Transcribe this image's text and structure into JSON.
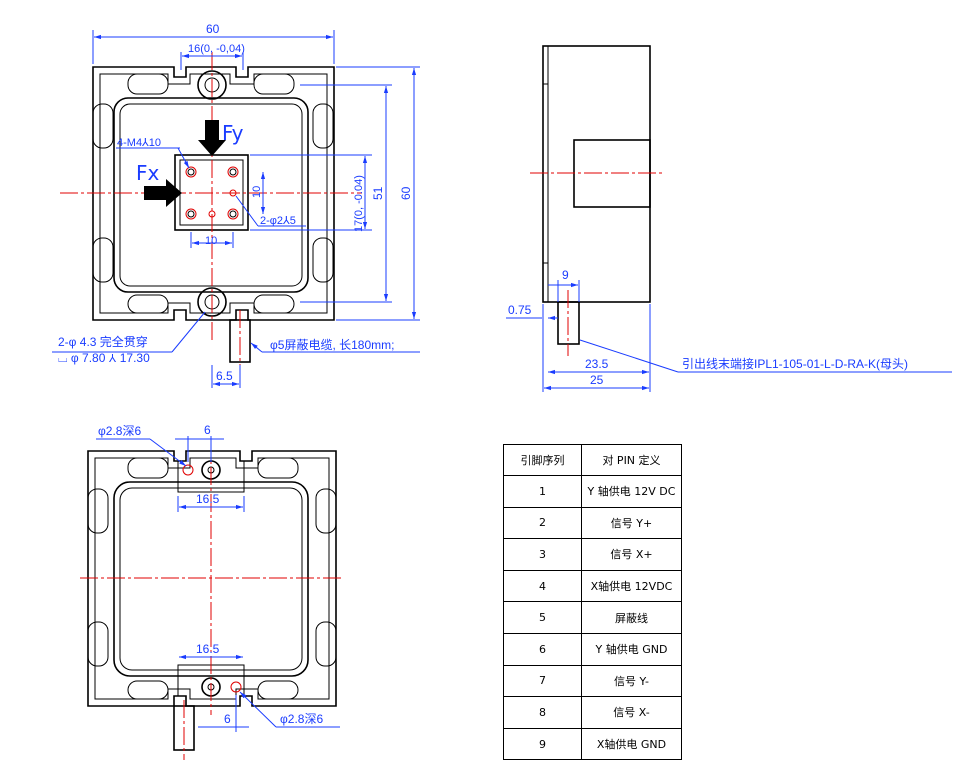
{
  "top_view": {
    "dim_width": "60",
    "dim_hole_spacing": "16(0, -0,04)",
    "dim_height": "60",
    "dim_height_inner": "51",
    "dim_mount_vertical": "17(0, -0.04)",
    "dim_pad_10_h": "10",
    "dim_pad_10_v": "10",
    "thread_note": "4-M4⅄10",
    "pin_note": "2-φ2⅄5",
    "force_fy": "Fy",
    "force_fx": "Fx",
    "through_hole_note": "2-φ 4.3 完全贯穿",
    "counterbore_note": "⌴ φ 7.80 ⅄ 17.30",
    "cable_note": "φ5屏蔽电缆, 长180mm;",
    "cable_offset": "6.5"
  },
  "side_view": {
    "dim_9": "9",
    "dim_075": "0.75",
    "dim_235": "23.5",
    "dim_25": "25",
    "connector_note": "引出线末端接IPL1-105-01-L-D-RA-K(母头)"
  },
  "bottom_view": {
    "pin_hole_top": "φ2.8深6",
    "dim_6_top": "6",
    "dim_165_top": "16.5",
    "dim_165_bottom": "16.5",
    "dim_6_bottom": "6",
    "pin_hole_bottom": "φ2.8深6"
  },
  "pin_table": {
    "header": [
      "引脚序列",
      "对 PIN 定义"
    ],
    "rows": [
      {
        "pin": "1",
        "def": "Y 轴供电 12V DC"
      },
      {
        "pin": "2",
        "def": "信号 Y+"
      },
      {
        "pin": "3",
        "def": "信号 X+"
      },
      {
        "pin": "4",
        "def": "X轴供电 12VDC"
      },
      {
        "pin": "5",
        "def": "屏蔽线"
      },
      {
        "pin": "6",
        "def": "Y 轴供电 GND"
      },
      {
        "pin": "7",
        "def": "信号 Y-"
      },
      {
        "pin": "8",
        "def": "信号 X-"
      },
      {
        "pin": "9",
        "def": "X轴供电 GND"
      }
    ]
  }
}
